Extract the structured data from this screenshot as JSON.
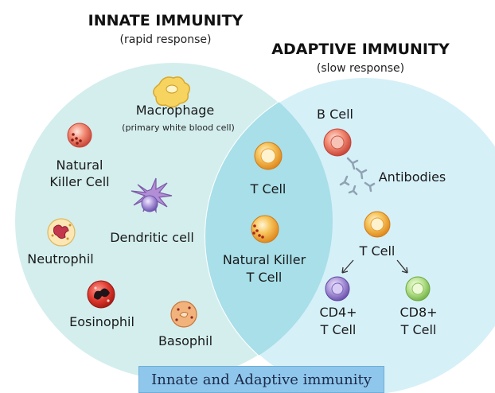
{
  "innate": {
    "title": "INNATE IMMUNITY",
    "subtitle": "(rapid response)",
    "cells": {
      "macrophage": "Macrophage",
      "macrophage_note": "(primary white blood cell)",
      "nk_line1": "Natural",
      "nk_line2": "Killer Cell",
      "dendritic": "Dendritic cell",
      "neutrophil": "Neutrophil",
      "eosinophil": "Eosinophil",
      "basophil": "Basophil"
    }
  },
  "adaptive": {
    "title": "ADAPTIVE IMMUNITY",
    "subtitle": "(slow response)",
    "cells": {
      "b_cell": "B Cell",
      "antibodies": "Antibodies",
      "t_cell": "T Cell",
      "cd4_line1": "CD4+",
      "cd4_line2": "T Cell",
      "cd8_line1": "CD8+",
      "cd8_line2": "T Cell"
    }
  },
  "overlap": {
    "t_cell": "T Cell",
    "nkt_line1": "Natural Killer",
    "nkt_line2": "T Cell"
  },
  "caption": "Innate and Adaptive immunity",
  "colors": {
    "innate_fill": "#d4eeee",
    "adaptive_fill": "#d6f0f8",
    "overlap_fill": "#a8dfe9",
    "circle_stroke": "#ffffff",
    "caption_bg": "#8fc7ec"
  }
}
